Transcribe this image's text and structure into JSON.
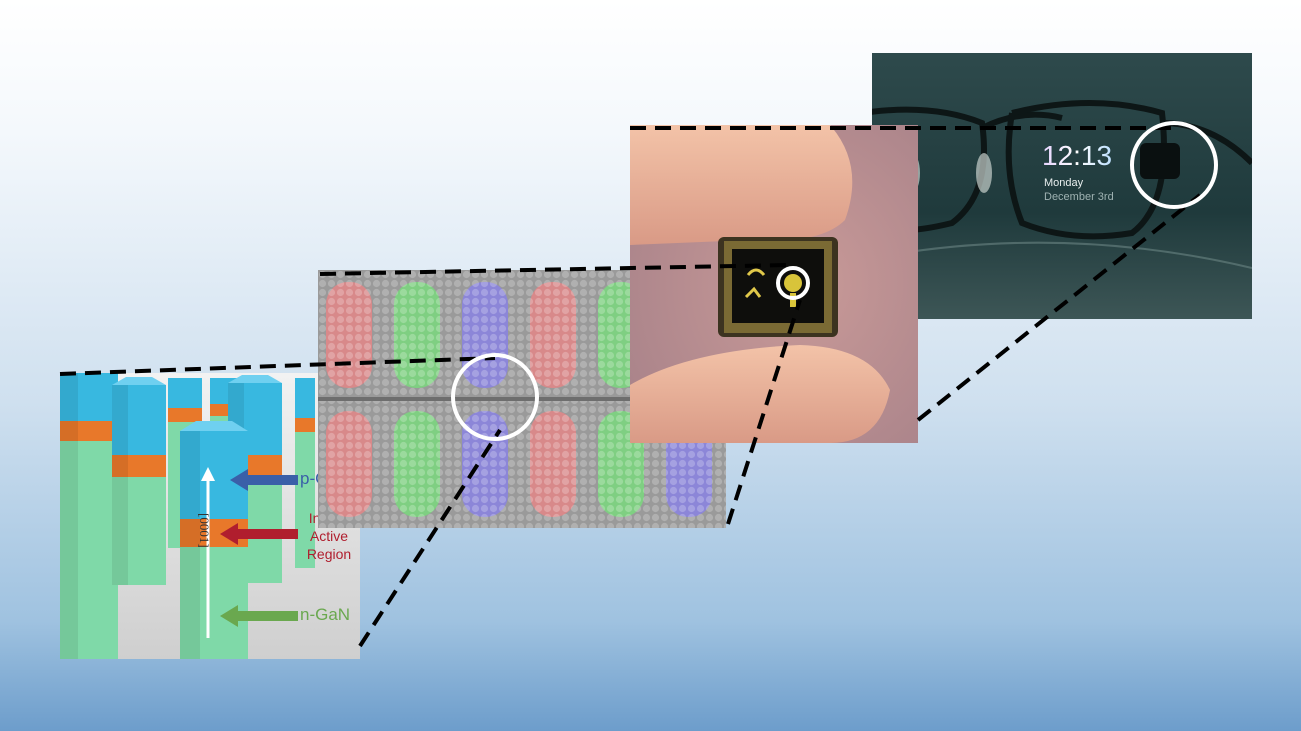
{
  "nanowire": {
    "labels": {
      "p_gan": "p-GaN",
      "ingan_line1": "InGaN",
      "ingan_line2": "Active",
      "ingan_line3": "Region",
      "n_gan": "n-GaN",
      "axis": "[0001]"
    },
    "colors": {
      "p_gan": "#3a5fa8",
      "ingan": "#b01e2e",
      "n_gan": "#6aa84f",
      "cap": "#38b8e0",
      "active": "#e8782a",
      "body": "#7fd9a8"
    }
  },
  "pixel_array": {
    "stripe_colors": [
      "#d8898a",
      "#7fcf82",
      "#8c86d8",
      "#d8898a",
      "#7fcf82",
      "#8c86d8"
    ]
  },
  "chip": {
    "description_icon": "microdisplay-chip"
  },
  "glasses": {
    "time": "12:13",
    "day": "Monday",
    "date": "December 3rd"
  }
}
